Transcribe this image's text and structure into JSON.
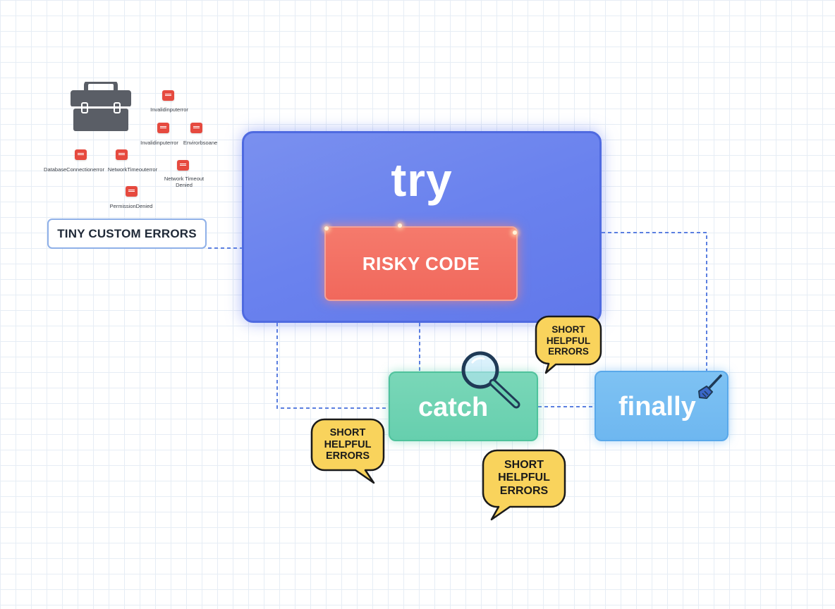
{
  "custom_errors": {
    "label": "TINY CUSTOM ERRORS",
    "items": [
      {
        "label": "Invalidinputerror"
      },
      {
        "label": "Invalidinputerror"
      },
      {
        "label": "Envirorbsoane"
      },
      {
        "label": "DatabaseConnectionerror"
      },
      {
        "label": "NetworkTimeouterror"
      },
      {
        "label": "Network Timeout Denied"
      },
      {
        "label": "PermissionDenied"
      }
    ]
  },
  "try_block": {
    "title": "try",
    "inner_label": "RISKY CODE"
  },
  "catch_block": {
    "title": "catch"
  },
  "finally_block": {
    "title": "finally"
  },
  "bubbles": [
    {
      "line1": "SHORT",
      "line2": "HELPFUL",
      "line3": "ERRORS"
    },
    {
      "line1": "SHORT",
      "line2": "HELPFUL",
      "line3": "ERRORS"
    },
    {
      "line1": "SHORT",
      "line2": "HELPFUL",
      "line3": "ERRORS"
    }
  ],
  "colors": {
    "try": "#6a82ee",
    "risky": "#f1685c",
    "catch": "#66cfae",
    "finally": "#6eb7f0",
    "bubble": "#f9d35c",
    "connector": "#5b7fe0",
    "error_chip": "#e64a3f"
  },
  "icons": [
    "toolbox-icon",
    "error-chip-icon",
    "magnifier-icon",
    "broom-icon"
  ]
}
